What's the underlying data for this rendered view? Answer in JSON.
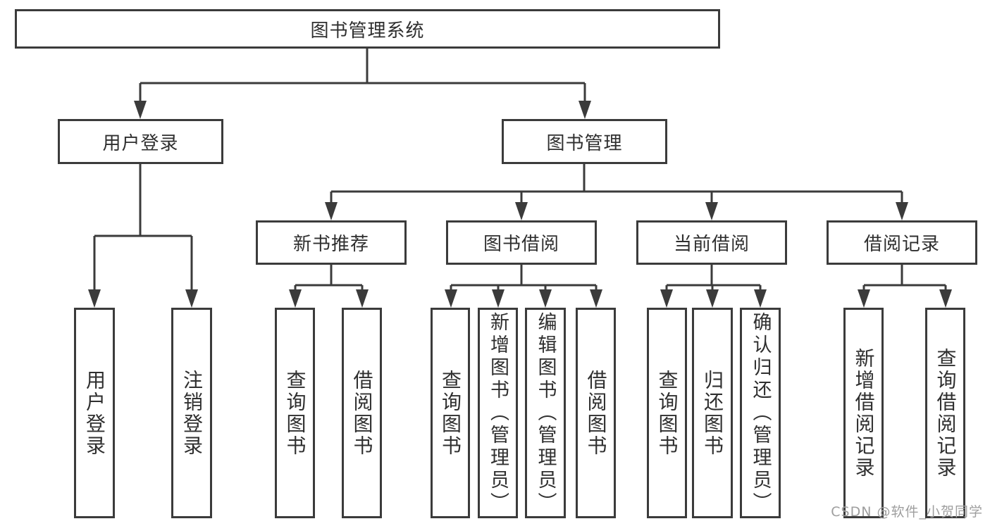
{
  "diagram": {
    "type": "tree-diagram",
    "colors": {
      "background": "#ffffff",
      "border": "#3b3b3b",
      "line": "#3b3b3b",
      "text": "#2f2f2f",
      "watermark": "#9e9e9e"
    }
  },
  "tree": {
    "label": "图书管理系统",
    "children": [
      {
        "label": "用户登录",
        "children": [
          {
            "label": "用户登录"
          },
          {
            "label": "注销登录"
          }
        ]
      },
      {
        "label": "图书管理",
        "children": [
          {
            "label": "新书推荐",
            "children": [
              {
                "label": "查询图书"
              },
              {
                "label": "借阅图书"
              }
            ]
          },
          {
            "label": "图书借阅",
            "children": [
              {
                "label": "查询图书"
              },
              {
                "label": "新增图书（管理员）"
              },
              {
                "label": "编辑图书（管理员）"
              },
              {
                "label": "借阅图书"
              }
            ]
          },
          {
            "label": "当前借阅",
            "children": [
              {
                "label": "查询图书"
              },
              {
                "label": "归还图书"
              },
              {
                "label": "确认归还（管理员）"
              }
            ]
          },
          {
            "label": "借阅记录",
            "children": [
              {
                "label": "新增借阅记录"
              },
              {
                "label": "查询借阅记录"
              }
            ]
          }
        ]
      }
    ]
  },
  "watermark": {
    "text": "CSDN @软件_小贺同学"
  }
}
